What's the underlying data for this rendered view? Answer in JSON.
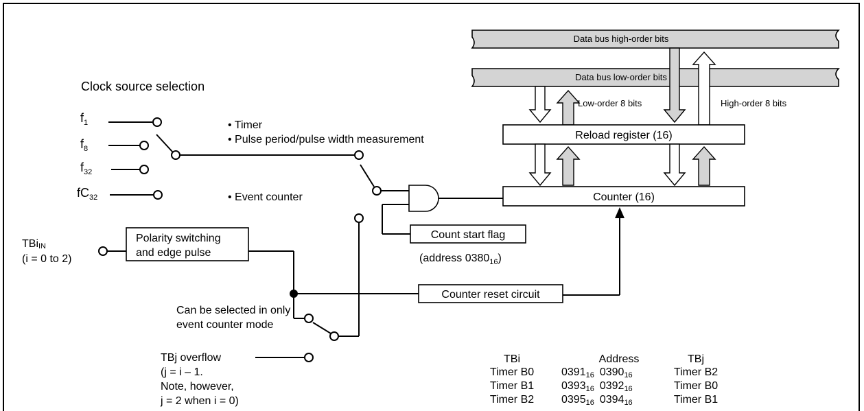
{
  "clock_source": {
    "title": "Clock source selection",
    "f1": "f",
    "f1_sub": "1",
    "f8": "f",
    "f8_sub": "8",
    "f32": "f",
    "f32_sub": "32",
    "fc32": "fC",
    "fc32_sub": "32"
  },
  "modes": {
    "timer": "• Timer",
    "pulse": "• Pulse period/pulse width measurement",
    "event": "• Event counter"
  },
  "bus": {
    "high": "Data bus high-order bits",
    "low": "Data bus low-order bits",
    "low8": "Low-order 8 bits",
    "high8": "High-order 8 bits"
  },
  "blocks": {
    "reload": "Reload register (16)",
    "counter": "Counter (16)",
    "count_start": "Count start flag",
    "count_start_addr_a": "(address 0380",
    "count_start_addr_sub": "16",
    "count_start_addr_b": ")",
    "polarity_1": "Polarity switching",
    "polarity_2": "and edge pulse",
    "reset": "Counter reset circuit"
  },
  "inputs": {
    "tbi_a": "TBi",
    "tbi_sub": "IN",
    "tbi_range": "(i = 0 to 2)",
    "select_note_1": "Can be selected in only",
    "select_note_2": "event counter mode",
    "overflow_1": "TBj overflow",
    "overflow_2": "(j = i – 1.",
    "overflow_3": "Note, however,",
    "overflow_4": " j = 2 when i = 0)"
  },
  "address_table": {
    "headers": [
      "TBi",
      "Address",
      "TBj"
    ],
    "rows": [
      {
        "tbi": "Timer B0",
        "a1": "0391",
        "a2": "0390",
        "tbj": "Timer B2"
      },
      {
        "tbi": "Timer B1",
        "a1": "0393",
        "a2": "0392",
        "tbj": "Timer B0"
      },
      {
        "tbi": "Timer B2",
        "a1": "0395",
        "a2": "0394",
        "tbj": "Timer B1"
      }
    ],
    "sub": "16"
  }
}
